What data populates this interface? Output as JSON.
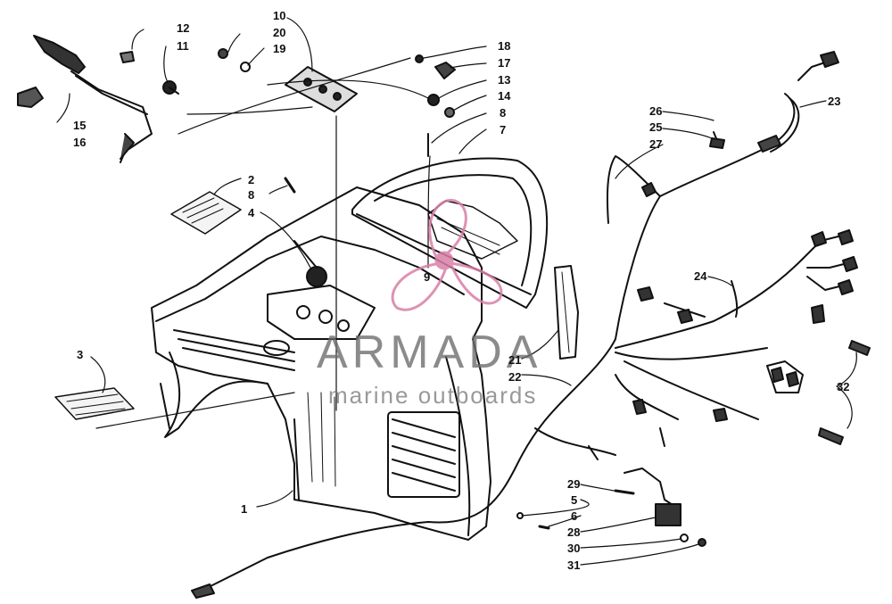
{
  "watermark": {
    "brand": "ARMADA",
    "tagline": "marine outboards",
    "color": "#d97fa8"
  },
  "callouts": {
    "c1": "1",
    "c2": "2",
    "c3": "3",
    "c4": "4",
    "c5": "5",
    "c6": "6",
    "c7": "7",
    "c8a": "8",
    "c8b": "8",
    "c9": "9",
    "c10": "10",
    "c11": "11",
    "c12": "12",
    "c13": "13",
    "c14": "14",
    "c15": "15",
    "c16": "16",
    "c17": "17",
    "c18": "18",
    "c19": "19",
    "c20": "20",
    "c21": "21",
    "c22": "22",
    "c23": "23",
    "c24": "24",
    "c25": "25",
    "c26": "26",
    "c27": "27",
    "c28": "28",
    "c29": "29",
    "c30": "30",
    "c31": "31",
    "c32": "32"
  }
}
